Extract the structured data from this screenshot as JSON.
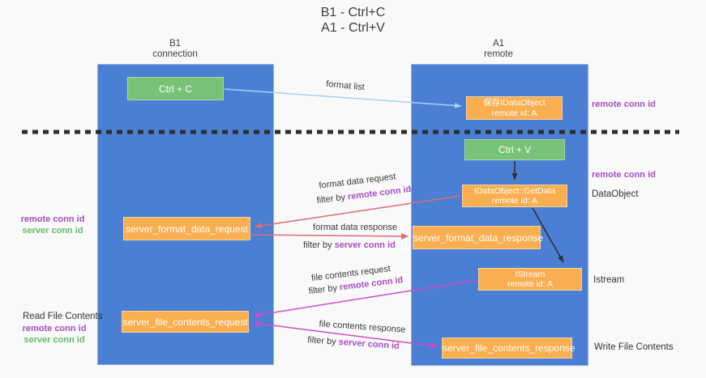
{
  "title": {
    "line1": "B1 - Ctrl+C",
    "line2": "A1 - Ctrl+V"
  },
  "lifelines": {
    "left": {
      "title": "B1",
      "subtitle": "connection"
    },
    "right": {
      "title": "A1",
      "subtitle": "remote"
    }
  },
  "boxes": {
    "ctrl_c": {
      "label": "Ctrl + C"
    },
    "ctrl_v": {
      "label": "Ctrl + V"
    },
    "save_idataobject": {
      "line1": "保存IDataObject",
      "line2": "remote id: A"
    },
    "idataobject_getdata": {
      "line1": "IDataObject::GetData",
      "line2": "remote id: A"
    },
    "istream": {
      "line1": "IStream",
      "line2": "remote id: A"
    },
    "server_format_data_request": {
      "label": "server_format_data_request"
    },
    "server_format_data_response": {
      "label": "server_format_data_response"
    },
    "server_file_contents_request": {
      "label": "server_file_contents_request"
    },
    "server_file_contents_response": {
      "label": "server_file_contents_response"
    }
  },
  "arrow_labels": {
    "format_list": "format list",
    "format_data_request": "format data request",
    "format_data_response": "format data response",
    "file_contents_request": "file contents request",
    "file_contents_response": "file contents response",
    "filter_by": "filter by ",
    "remote_conn_id": "remote conn id",
    "server_conn_id": "server conn id"
  },
  "annotations": {
    "remote_conn_id_top": "remote conn id",
    "remote_conn_id_mid": "remote conn id",
    "dataobject": "DataObject",
    "istream": "Istream",
    "left_mid": {
      "remote": "remote conn id",
      "server": "server conn id"
    },
    "read_file_contents": "Read File Contents",
    "left_bottom": {
      "remote": "remote conn id",
      "server": "server conn id"
    },
    "write_file_contents": "Write File Contents"
  },
  "colors": {
    "background": "#f9f9f9",
    "column_blue": "#4a7fd4",
    "box_orange": "#f9ae4f",
    "box_green": "#77c277",
    "arrow_red": "#e06c6c",
    "arrow_magenta": "#cc4dc8",
    "arrow_lightblue": "#a5d2f0",
    "arrow_black": "#2f2f2f",
    "text_purple": "#a64dc1",
    "text_green": "#5fbd66"
  }
}
